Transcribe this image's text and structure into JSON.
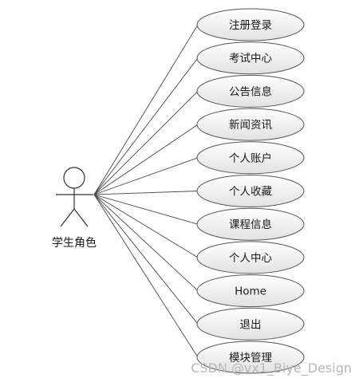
{
  "actor": {
    "label": "学生角色",
    "icon": "stick-figure-icon"
  },
  "use_cases": [
    "注册登录",
    "考试中心",
    "公告信息",
    "新闻资讯",
    "个人账户",
    "个人收藏",
    "课程信息",
    "个人中心",
    "Home",
    "退出",
    "模块管理"
  ],
  "watermark": "CSDN @vx1_Biye_Design",
  "colors": {
    "line": "#4a4a4a",
    "ellipse_fill_top": "#ffffff",
    "ellipse_fill_bottom": "#e4e4e4",
    "ellipse_stroke": "#555555"
  }
}
